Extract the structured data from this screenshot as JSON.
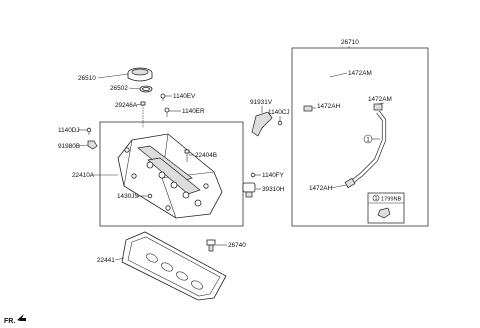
{
  "labels": {
    "p26710": "26710",
    "p26510": "26510",
    "p26502": "26502",
    "p29246A": "29246A",
    "p1140EV": "1140EV",
    "p1140ER": "1140ER",
    "p1140DJ": "1140DJ",
    "p91980B": "91980B",
    "p22410A": "22410A",
    "p1430JS": "1430JS",
    "p22404B": "22404B",
    "p91931V": "91931V",
    "p1140CJ": "1140CJ",
    "p1140FY": "1140FY",
    "p39310H": "39310H",
    "p22441": "22441",
    "p26740": "26740",
    "p1472AM_a": "1472AM",
    "p1472AM_b": "1472AM",
    "p1472AH_a": "1472AH",
    "p1472AH_b": "1472AH",
    "callout_num": "1",
    "p1799NB": "1799NB",
    "fr": "FR."
  }
}
